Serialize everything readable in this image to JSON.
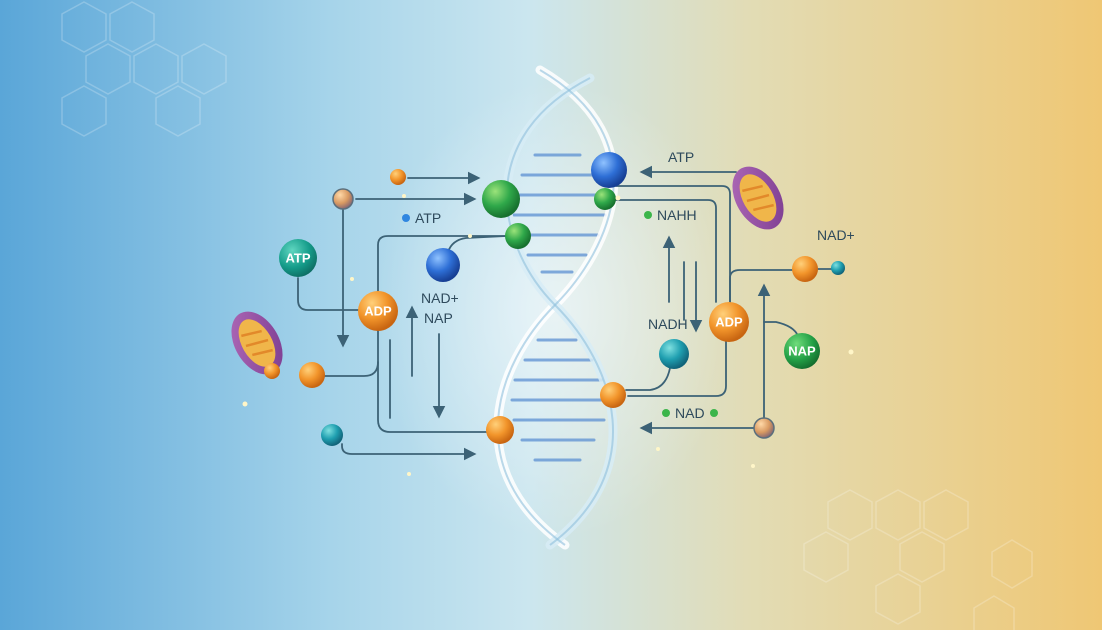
{
  "labels": {
    "atp_top": "ATP",
    "atp_left": "ATP",
    "nahh": "NAHH",
    "nadplus_right": "NAD+",
    "nadplus_center": "NAD+",
    "nap_center": "NAP",
    "nadh": "NADH",
    "nad_bottom": "NAD"
  },
  "badges": {
    "atp": "ATP",
    "adp_left": "ADP",
    "adp_right": "ADP",
    "nap": "NAP"
  },
  "colors": {
    "bg_left": "#5aa6d8",
    "bg_right": "#efc774",
    "line": "#3c6276",
    "green": "#2fa84a",
    "blue": "#2e6fd6",
    "orange": "#f2952b",
    "teal": "#1f8fa6",
    "mito": "#8e4c9e"
  }
}
